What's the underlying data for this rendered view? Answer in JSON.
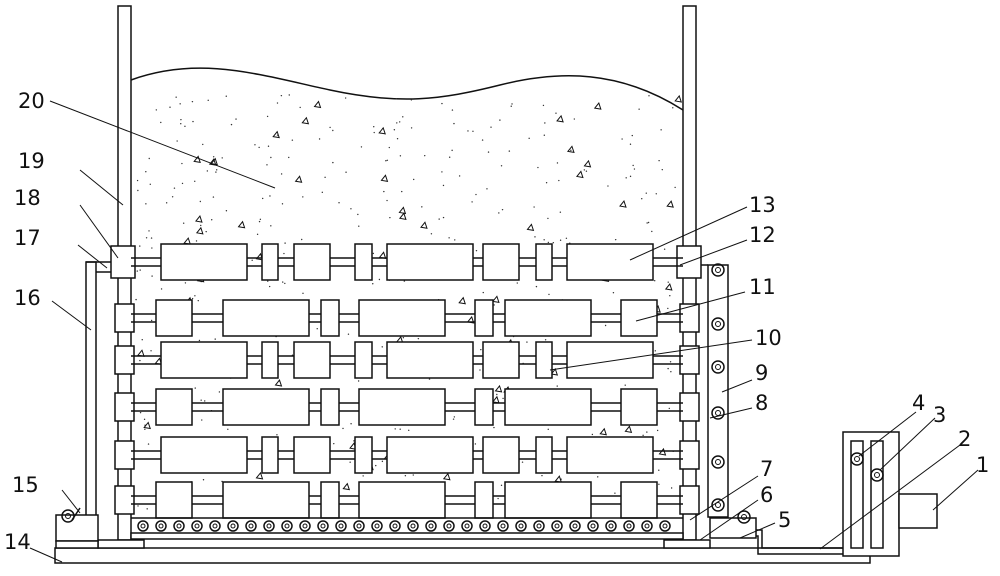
{
  "callouts": [
    {
      "num": "1"
    },
    {
      "num": "2"
    },
    {
      "num": "3"
    },
    {
      "num": "4"
    },
    {
      "num": "5"
    },
    {
      "num": "6"
    },
    {
      "num": "7"
    },
    {
      "num": "8"
    },
    {
      "num": "9"
    },
    {
      "num": "10"
    },
    {
      "num": "11"
    },
    {
      "num": "12"
    },
    {
      "num": "13"
    },
    {
      "num": "14"
    },
    {
      "num": "15"
    },
    {
      "num": "16"
    },
    {
      "num": "17"
    },
    {
      "num": "18"
    },
    {
      "num": "19"
    },
    {
      "num": "20"
    }
  ],
  "colors": {
    "line": "#111111",
    "paper": "#ffffff"
  }
}
